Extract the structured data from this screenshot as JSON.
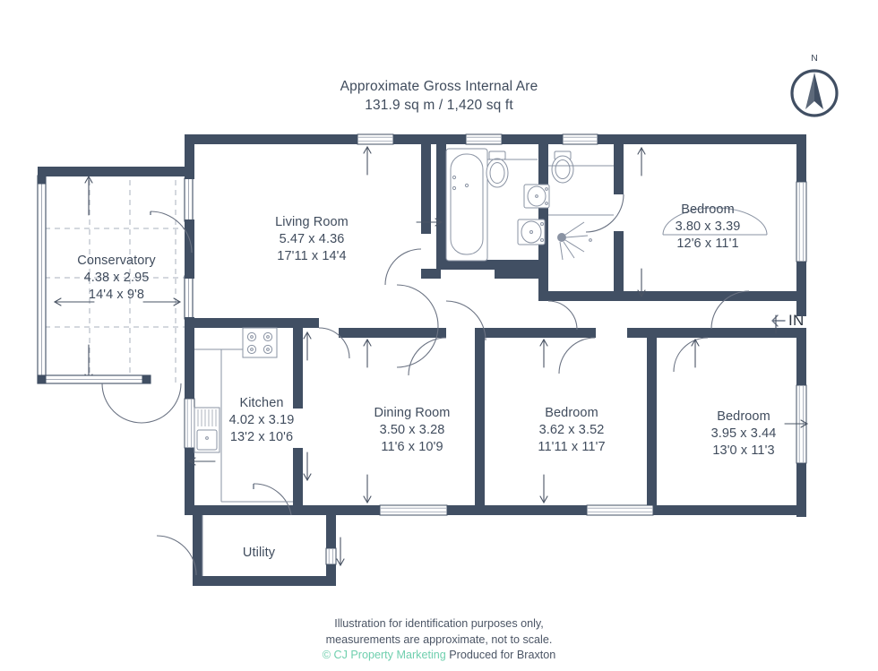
{
  "header": {
    "title": "Approximate Gross Internal Are",
    "area": "131.9 sq m / 1,420 sq ft"
  },
  "compass": {
    "north_label": "N",
    "icon": "compass-needle-icon"
  },
  "entrance": {
    "label": "IN",
    "icon": "arrow-left-icon"
  },
  "rooms": [
    {
      "name": "Conservatory",
      "metric": "4.38 x 2.95",
      "imperial": "14'4 x 9'8"
    },
    {
      "name": "Living Room",
      "metric": "5.47 x 4.36",
      "imperial": "17'11 x 14'4"
    },
    {
      "name": "Bedroom",
      "metric": "3.80 x 3.39",
      "imperial": "12'6 x 11'1"
    },
    {
      "name": "Kitchen",
      "metric": "4.02 x 3.19",
      "imperial": "13'2 x 10'6"
    },
    {
      "name": "Dining Room",
      "metric": "3.50 x 3.28",
      "imperial": "11'6 x 10'9"
    },
    {
      "name": "Bedroom",
      "metric": "3.62 x 3.52",
      "imperial": "11'11 x 11'7"
    },
    {
      "name": "Bedroom",
      "metric": "3.95 x 3.44",
      "imperial": "13'0 x 11'3"
    },
    {
      "name": "Utility",
      "metric": "",
      "imperial": ""
    }
  ],
  "footer": {
    "line1": "Illustration for identification purposes only,",
    "line2": "measurements are approximate, not to scale.",
    "copyright": "© CJ Property Marketing",
    "produced_for": "Produced for Braxton"
  },
  "colors": {
    "wall": "#414f63",
    "text": "#404c5d",
    "copyright": "#6fcfae",
    "fixture_line": "#8a93a3",
    "background": "#ffffff"
  }
}
